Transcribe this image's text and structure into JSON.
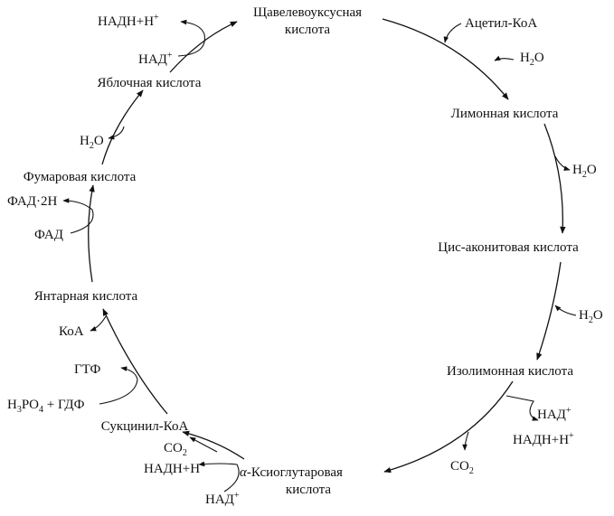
{
  "compounds": {
    "oxaloacetate": {
      "line1": "Щавелевоуксусная",
      "line2": "кислота"
    },
    "citrate": "Лимонная кислота",
    "cis_aconitate": "Цис-аконитовая кислота",
    "isocitrate": "Изолимонная кислота",
    "alpha_ketoglutarate": {
      "prefix": "α",
      "line1": "-Ксиоглутаровая",
      "line2": "кислота"
    },
    "succinyl_coa": "Сукцинил-КоА",
    "succinate": "Янтарная кислота",
    "fumarate": "Фумаровая кислота",
    "malate": "Яблочная кислота"
  },
  "cofactors": {
    "acetyl_coa": "Ацетил-КоА",
    "water_1": {
      "base": "H",
      "sub": "2",
      "rest": "O"
    },
    "water_2": {
      "base": "H",
      "sub": "2",
      "rest": "O"
    },
    "water_3": {
      "base": "H",
      "sub": "2",
      "rest": "O"
    },
    "water_4": {
      "base": "H",
      "sub": "2",
      "rest": "O"
    },
    "nad_1": {
      "base": "НАД",
      "sup": "+"
    },
    "nadh_1": {
      "base": "НАДН+Н",
      "sup": "+"
    },
    "co2_1": {
      "base": "CO",
      "sub": "2"
    },
    "nad_2": {
      "base": "НАД",
      "sup": "+"
    },
    "nadh_2": {
      "base": "НАДН+Н",
      "sup": "+"
    },
    "co2_2": {
      "base": "CO",
      "sub": "2"
    },
    "h3po4_gdp": {
      "base": "H",
      "sub1": "3",
      "mid": "PO",
      "sub2": "4",
      "rest": " + ГДФ"
    },
    "gtp": "ГТФ",
    "coa": "КоА",
    "fad": "ФАД",
    "fadh2": "ФАД·2Н",
    "nad_3": {
      "base": "НАД",
      "sup": "+"
    },
    "nadh_3": {
      "base": "НАДН+Н",
      "sup": "+"
    }
  }
}
